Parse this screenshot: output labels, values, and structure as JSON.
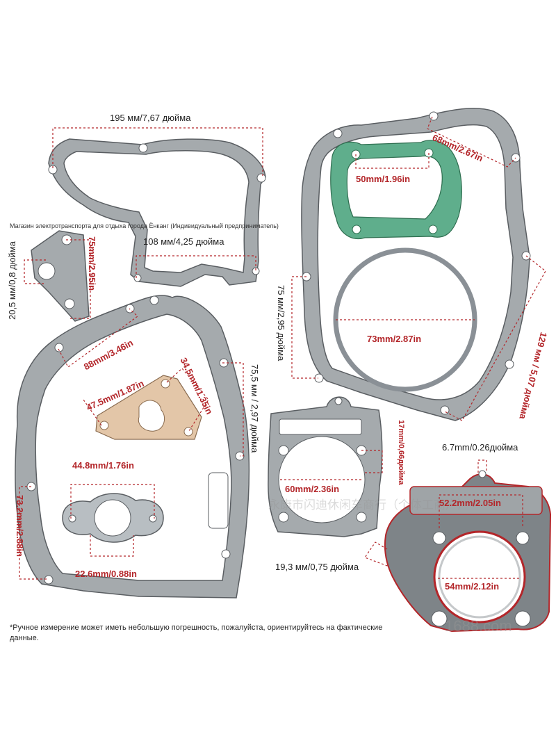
{
  "shop_name": "Магазин электротранспорта для отдыха города Ёнканг (Индивидуальный предприниматель)",
  "dimensions": {
    "cover_width": "195 мм/7,67 дюйма",
    "cover_bottom": "108 мм/4,25 дюйма",
    "small_plate_height": "75mm/2.95in",
    "small_plate_width": "20,5 мм/0,8 дюйма",
    "crankcase_hole_span": "88mm/3.46in",
    "oil_plate_width": "47.5mm/1.87in",
    "oil_plate_height": "34.5mm/1.35in",
    "crankcase_side": "75,5 мм / 2,97 дюйма",
    "intake_span": "44.8mm/1.76in",
    "intake_bore": "22.6mm/0.88in",
    "crankcase_left": "73.2mm/2.88in",
    "exhaust_width": "50mm/1.96in",
    "right_cover_top": "68mm/2.67in",
    "right_cover_left": "75 мм/2,95 дюйма",
    "round_gasket": "73mm/2.87in",
    "right_cover_diag": "129 мм / 5,07 дюйма",
    "cylinder_bore": "60mm/2.36in",
    "cylinder_side": "17mm/0,66дюйма",
    "head_top": "6.7mm/0.26дюйма",
    "head_width": "52.2mm/2.05in",
    "head_bore": "54mm/2.12in",
    "head_left": "19,3 мм/0,75 дюйма"
  },
  "watermark_cn": "永康市闪迪休闲车商行（个体工商户）",
  "watermark_url": "1688.com",
  "note": "*Ручное измерение может иметь небольшую погрешность, пожалуйста, ориентируйтесь на фактические данные.",
  "colors": {
    "gasket_gray": "#a5aaad",
    "gasket_edge": "#5a5e62",
    "paper_green": "#5fae8c",
    "paper_tan": "#e3c6a8",
    "measure_red": "#b3262a"
  }
}
